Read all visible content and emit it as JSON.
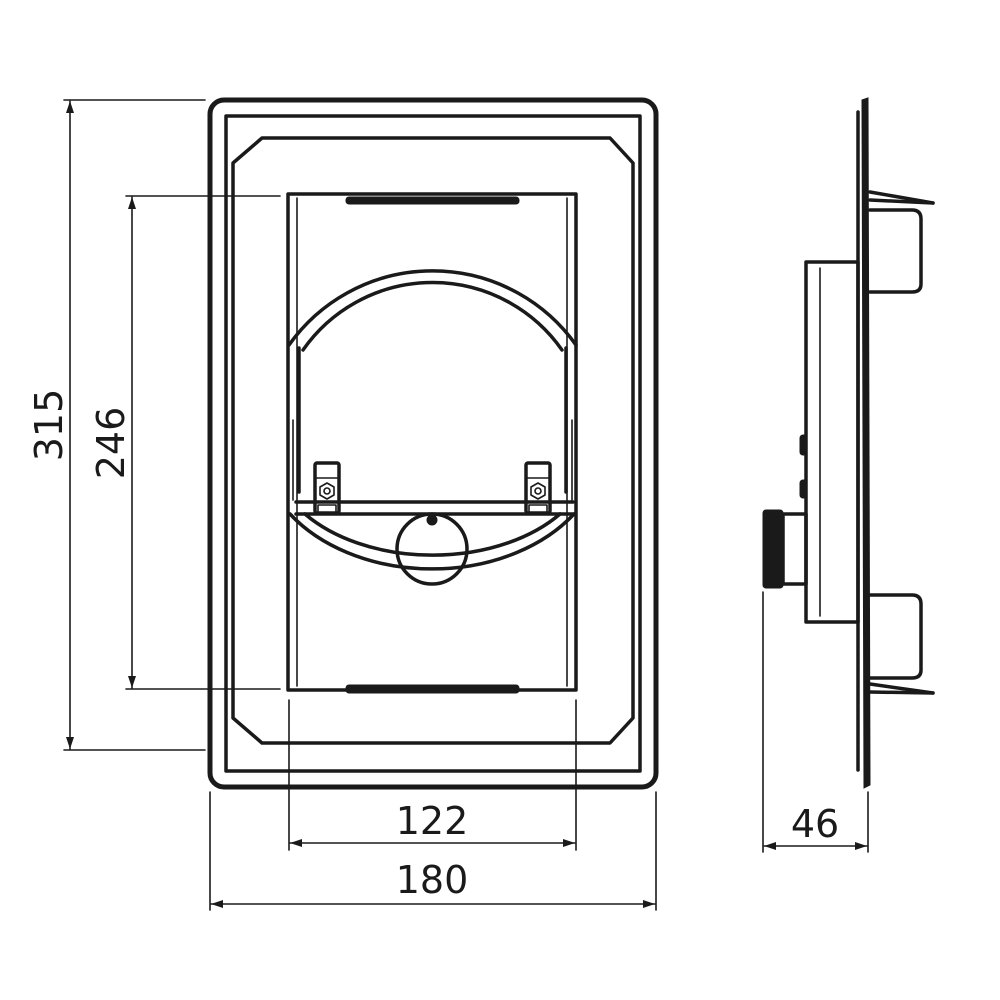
{
  "dimensions": {
    "outer_height": "315",
    "inner_height": "246",
    "inner_width": "122",
    "outer_width": "180",
    "depth": "46"
  },
  "colors": {
    "line": "#1a1a1a",
    "background": "#ffffff"
  }
}
